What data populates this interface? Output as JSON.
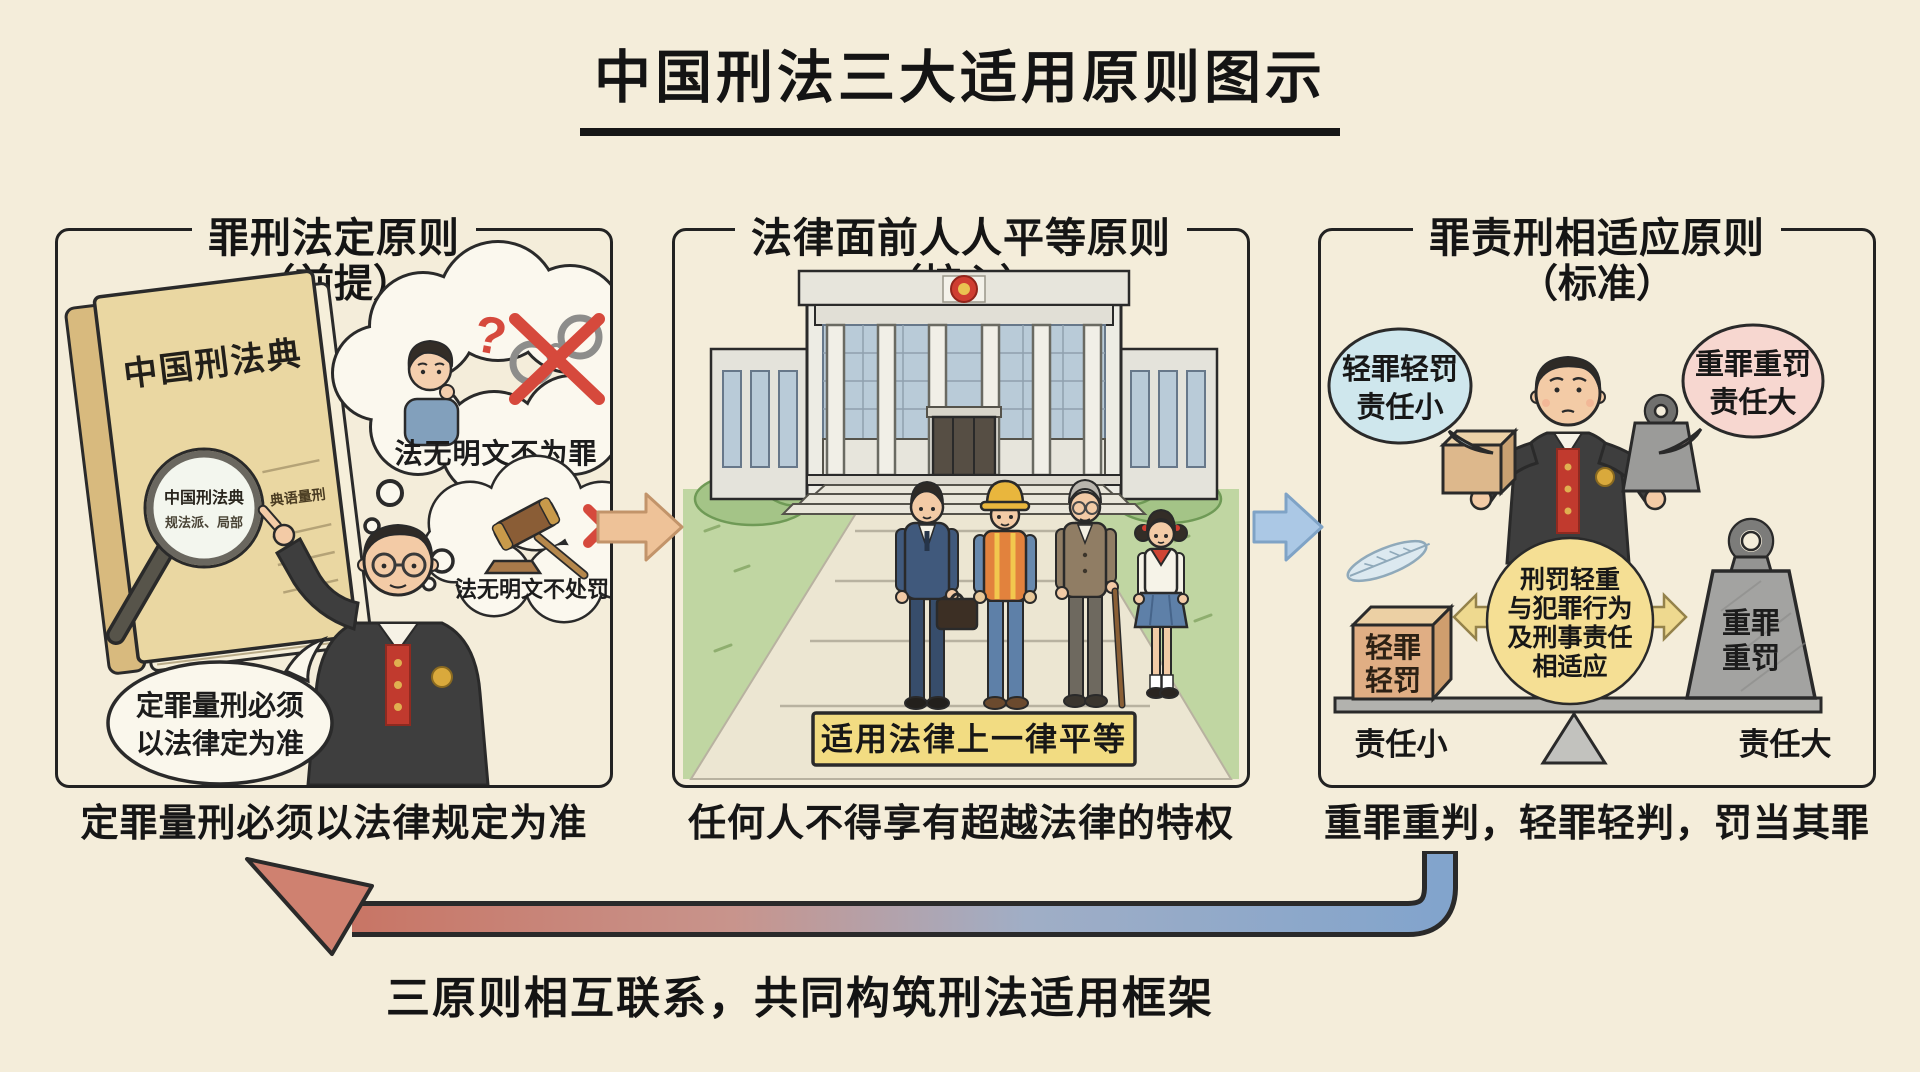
{
  "page": {
    "title": "中国刑法三大适用原则图示",
    "footer": "三原则相互联系，共同构筑刑法适用框架"
  },
  "panel1": {
    "title": "罪刑法定原则",
    "subtitle": "（前提）",
    "caption": "定罪量刑必须以法律规定为准",
    "book": {
      "cover_title": "中国刑法典",
      "lens_line1": "中国刑法典",
      "lens_line2": "规法派、局部",
      "page_text": "典语量刑"
    },
    "thought1_mark": "?",
    "thought1": "法无明文不为罪",
    "thought2": "法无明文不处罚",
    "speech_line1": "定罪量刑必须",
    "speech_line2": "以法律定为准"
  },
  "panel2": {
    "title": "法律面前人人平等原则",
    "subtitle": "（核心）",
    "caption": "任何人不得享有超越法律的特权",
    "banner": "适用法律上一律平等"
  },
  "panel3": {
    "title": "罪责刑相适应原则",
    "subtitle": "（标准）",
    "caption": "重罪重判，轻罪轻判，罚当其罪",
    "bubble_light_line1": "轻罪轻罚",
    "bubble_light_line2": "责任小",
    "bubble_heavy_line1": "重罪重罚",
    "bubble_heavy_line2": "责任大",
    "circle_line1": "刑罚轻重",
    "circle_line2": "与犯罪行为",
    "circle_line3": "及刑事责任",
    "circle_line4": "相适应",
    "box_line1": "轻罪",
    "box_line2": "轻罚",
    "weight_line1": "重罪",
    "weight_line2": "重罚",
    "label_left": "责任小",
    "label_right": "责任大"
  },
  "colors": {
    "background": "#f4edda",
    "ink": "#1d1d1d",
    "red_accent": "#d6493c",
    "banner_yellow": "#f2dc82",
    "circle_yellow": "#f5df94",
    "bubble_blue": "#cfe7ed",
    "bubble_pink": "#f7d7d0",
    "arrow_orange": "#eec298",
    "arrow_blue": "#abc8e5",
    "feedback_red": "#cc7a68",
    "feedback_blue": "#7fa0cc"
  }
}
